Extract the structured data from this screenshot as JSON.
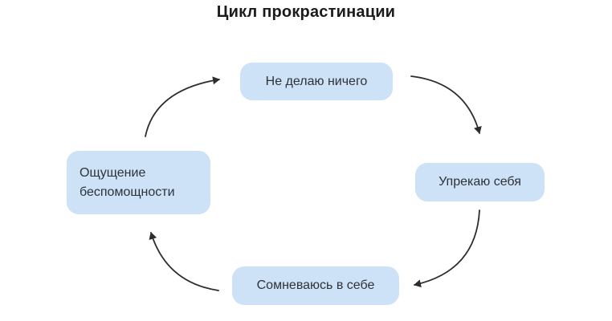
{
  "title": "Цикл прокрастинации",
  "diagram": {
    "type": "cycle",
    "nodes": [
      {
        "id": "do-nothing",
        "label": "Не делаю ничего",
        "position": "top"
      },
      {
        "id": "reproach-self",
        "label": "Упрекаю себя",
        "position": "right"
      },
      {
        "id": "self-doubt",
        "label": "Сомневаюсь в себе",
        "position": "bottom"
      },
      {
        "id": "helplessness",
        "label": "Ощущение беспомощности",
        "position": "left"
      }
    ],
    "edges": [
      {
        "from": "do-nothing",
        "to": "reproach-self"
      },
      {
        "from": "reproach-self",
        "to": "self-doubt"
      },
      {
        "from": "self-doubt",
        "to": "helplessness"
      },
      {
        "from": "helplessness",
        "to": "do-nothing"
      }
    ],
    "colors": {
      "node_background": "#cde1f7",
      "node_text": "#2e3338",
      "arrow": "#2d2d2d",
      "title_text": "#1b1b1b",
      "background": "#ffffff"
    }
  }
}
